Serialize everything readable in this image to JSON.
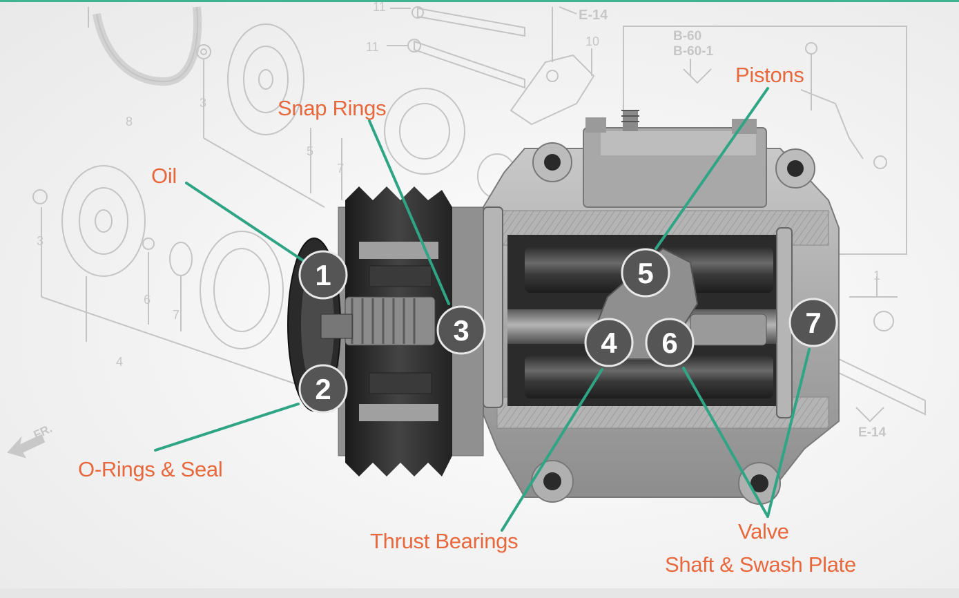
{
  "colors": {
    "top_rule": "#3fb38f",
    "label_text": "#e8683e",
    "leader_line": "#2fa585",
    "marker_fill": "#555555",
    "marker_text": "#ffffff",
    "background_drawing": "#b8b8b8"
  },
  "labels": {
    "pistons": "Pistons",
    "snap_rings": "Snap Rings",
    "oil": "Oil",
    "o_rings_seal": "O-Rings & Seal",
    "thrust_bearings": "Thrust Bearings",
    "valve": "Valve",
    "shaft_swash_plate": "Shaft & Swash Plate"
  },
  "markers": [
    "1",
    "2",
    "3",
    "4",
    "5",
    "6",
    "7"
  ],
  "background_drawing_labels": {
    "e14_top": "E-14",
    "e14_right": "E-14",
    "b60": "B-60",
    "b60_1": "B-60-1",
    "part_11_top": "11",
    "part_11": "11",
    "part_10": "10",
    "part_8": "8",
    "part_3_top": "3",
    "part_5": "5",
    "part_7_top": "7",
    "part_3_left": "3",
    "part_6": "6",
    "part_7_left": "7",
    "part_4": "4",
    "part_1_right": "1",
    "fr_arrow": "FR."
  }
}
